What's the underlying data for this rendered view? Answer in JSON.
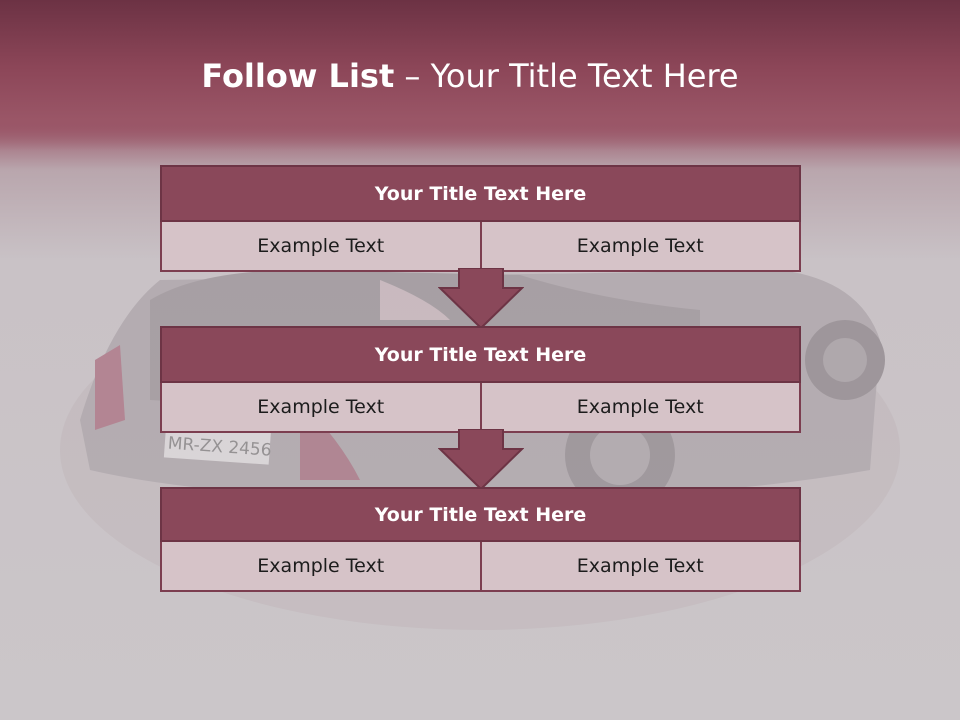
{
  "slide": {
    "title_bold": "Follow List",
    "title_rest": " – Your Title Text Here"
  },
  "steps": [
    {
      "title": "Your Title Text Here",
      "left": "Example Text",
      "right": "Example Text"
    },
    {
      "title": "Your Title Text Here",
      "left": "Example Text",
      "right": "Example Text"
    },
    {
      "title": "Your Title Text Here",
      "left": "Example Text",
      "right": "Example Text"
    }
  ],
  "background_photo": {
    "plate_text": "MR-ZX 2456"
  },
  "colors": {
    "header": "#8a485a",
    "cell": "#d6c3c8",
    "border": "#6d3445",
    "arrow": "#8a485a"
  }
}
